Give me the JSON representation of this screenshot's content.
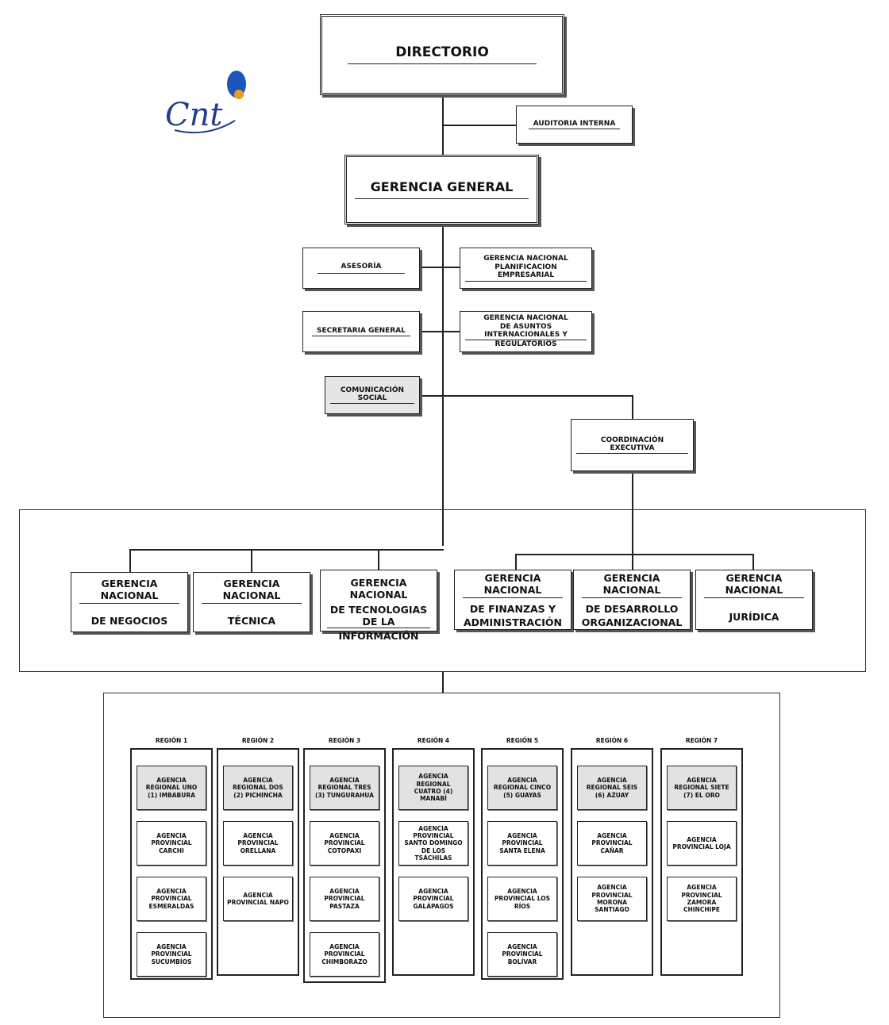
{
  "logo": {
    "text": "Cnt",
    "colors": {
      "text": "#1f3f8a",
      "orb": "#1b57b8",
      "dot": "#f29a1f"
    }
  },
  "top": {
    "directorio": "DIRECTORIO",
    "auditoria": "AUDITORIA INTERNA",
    "gerencia_general": "GERENCIA GENERAL",
    "asesoria": "ASESORÍA",
    "gn_planificacion": [
      "GERENCIA NACIONAL",
      "PLANIFICACION EMPRESARIAL"
    ],
    "secretaria": "SECRETARIA GENERAL",
    "gn_asuntos": [
      "GERENCIA NACIONAL",
      "DE ASUNTOS INTERNACIONALES Y",
      "REGULATORIOS"
    ],
    "comunicacion": "COMUNICACIÓN SOCIAL",
    "coordinacion": "COORDINACIÓN EXECUTIVA"
  },
  "gerencias": [
    {
      "title": "GERENCIA NACIONAL",
      "sub": [
        "DE NEGOCIOS"
      ]
    },
    {
      "title": "GERENCIA NACIONAL",
      "sub": [
        "TÉCNICA"
      ]
    },
    {
      "title": "GERENCIA NACIONAL",
      "sub": [
        "DE TECNOLOGIAS DE LA",
        "INFORMACIÓN"
      ]
    },
    {
      "title": "GERENCIA NACIONAL",
      "sub": [
        "DE FINANZAS Y",
        "ADMINISTRACIÓN"
      ]
    },
    {
      "title": "GERENCIA NACIONAL",
      "sub": [
        "DE DESARROLLO",
        "ORGANIZACIONAL"
      ]
    },
    {
      "title": "GERENCIA NACIONAL",
      "sub": [
        "JURÍDICA"
      ]
    }
  ],
  "regions": [
    {
      "name": "REGIÓN 1",
      "agencies": [
        "AGENCIA REGIONAL UNO (1) IMBABURA",
        "AGENCIA PROVINCIAL CARCHI",
        "AGENCIA PROVINCIAL ESMERALDAS",
        "AGENCIA PROVINCIAL SUCUMBÍOS"
      ]
    },
    {
      "name": "REGIÓN 2",
      "agencies": [
        "AGENCIA REGIONAL DOS (2) PICHINCHA",
        "AGENCIA PROVINCIAL ORELLANA",
        "AGENCIA PROVINCIAL NAPO"
      ]
    },
    {
      "name": "REGIÓN 3",
      "agencies": [
        "AGENCIA REGIONAL TRES (3) TUNGURAHUA",
        "AGENCIA PROVINCIAL COTOPAXI",
        "AGENCIA PROVINCIAL PASTAZA",
        "AGENCIA PROVINCIAL CHIMBORAZO"
      ]
    },
    {
      "name": "REGIÓN 4",
      "agencies": [
        "AGENCIA REGIONAL CUATRO (4) MANABÍ",
        "AGENCIA PROVINCIAL SANTO DOMINGO DE LOS TSÁCHILAS",
        "AGENCIA PROVINCIAL GALÁPAGOS"
      ]
    },
    {
      "name": "REGIÓN 5",
      "agencies": [
        "AGENCIA REGIONAL CINCO (5) GUAYAS",
        "AGENCIA PROVINCIAL SANTA ELENA",
        "AGENCIA PROVINCIAL LOS RÍOS",
        "AGENCIA PROVINCIAL BOLÍVAR"
      ]
    },
    {
      "name": "REGIÓN 6",
      "agencies": [
        "AGENCIA REGIONAL SEIS (6) AZUAY",
        "AGENCIA PROVINCIAL CAÑAR",
        "AGENCIA PROVINCIAL MORONA SANTIAGO"
      ]
    },
    {
      "name": "REGIÓN 7",
      "agencies": [
        "AGENCIA REGIONAL SIETE (7) EL ORO",
        "AGENCIA PROVINCIAL LOJA",
        "AGENCIA PROVINCIAL ZAMORA CHINCHIPE"
      ]
    }
  ]
}
